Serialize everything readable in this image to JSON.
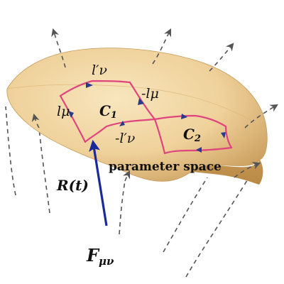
{
  "colors": {
    "surface_light": "#f6e2b6",
    "surface_mid": "#ecca8a",
    "surface_dark": "#c99b5a",
    "loop": "#e0447e",
    "arrow_blue": "#1a2a9a",
    "dashed": "#555555"
  },
  "labels": {
    "l_nu_prime": "l′ν",
    "minus_l_mu": "-lμ",
    "l_mu": "lμ",
    "minus_l_nu_prime": "-l′ν",
    "c1_main": "C",
    "c1_sub": "1",
    "c2_main": "C",
    "c2_sub": "2",
    "parameter_space": "parameter space",
    "R_t": "R(t)",
    "F_main": "F",
    "F_sub": "μν"
  }
}
